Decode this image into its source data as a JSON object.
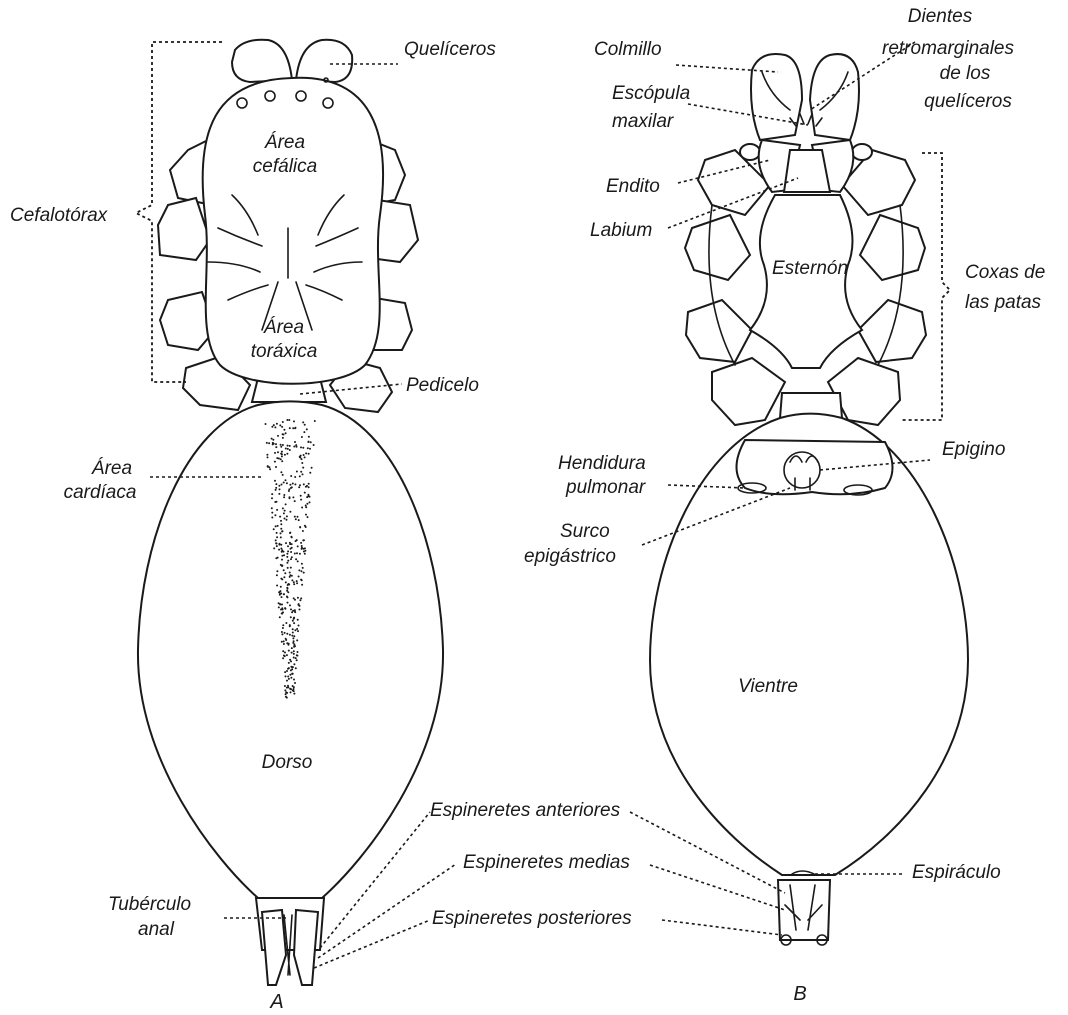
{
  "panel_a": {
    "letter": "A",
    "labels": {
      "queliceros": "Quelíceros",
      "area_cefalica_1": "Área",
      "area_cefalica_2": "cefálica",
      "cefalotorax": "Cefalotórax",
      "area_toraxica_1": "Área",
      "area_toraxica_2": "toráxica",
      "pedicelo": "Pedicelo",
      "area_cardiaca_1": "Área",
      "area_cardiaca_2": "cardíaca",
      "dorso": "Dorso",
      "espineretes_anteriores": "Espineretes anteriores",
      "espineretes_medias": "Espineretes medias",
      "espineretes_posteriores": "Espineretes posteriores",
      "tuberculo_anal_1": "Tubérculo",
      "tuberculo_anal_2": "anal"
    }
  },
  "panel_b": {
    "letter": "B",
    "labels": {
      "colmillo": "Colmillo",
      "dientes_1": "Dientes",
      "dientes_2": "retromarginales",
      "dientes_3": "de los",
      "dientes_4": "quelíceros",
      "escopula_1": "Escópula",
      "escopula_2": "maxilar",
      "endito": "Endito",
      "labium": "Labium",
      "esternon": "Esternón",
      "coxas_1": "Coxas de",
      "coxas_2": "las patas",
      "epigino": "Epigino",
      "hendidura_1": "Hendidura",
      "hendidura_2": "pulmonar",
      "surco_1": "Surco",
      "surco_2": "epigástrico",
      "vientre": "Vientre",
      "espiraculo": "Espiráculo"
    }
  }
}
